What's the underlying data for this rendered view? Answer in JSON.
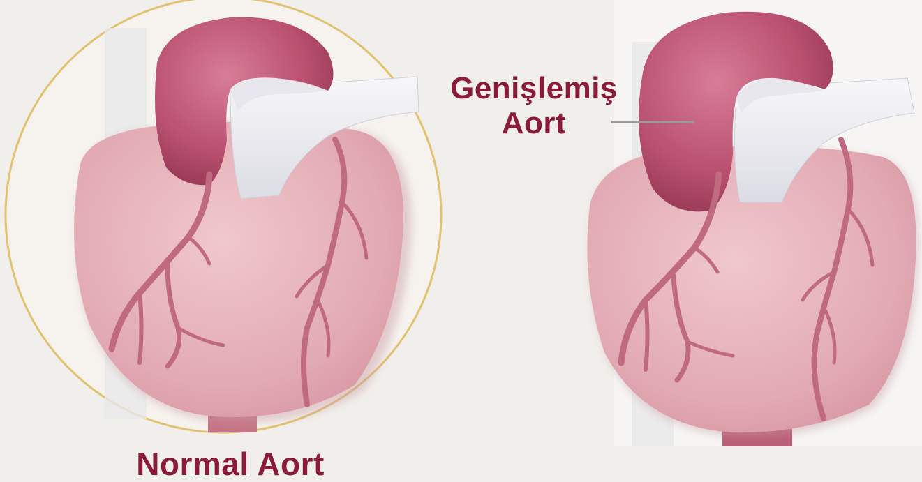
{
  "labels": {
    "dilated_aorta": [
      "Genişlemiş",
      "Aort"
    ],
    "normal_aorta": "Normal Aort"
  },
  "colors": {
    "label_text": "#8a1b3a",
    "heart_fill": "#e6b4ba",
    "aorta_fill": "#b8506e",
    "coronary_artery": "#c06a80",
    "pulmonary_vessel": "#eeeef2",
    "highlight_ring": "#e2c170",
    "pointer_line": "#9a9a9a"
  }
}
